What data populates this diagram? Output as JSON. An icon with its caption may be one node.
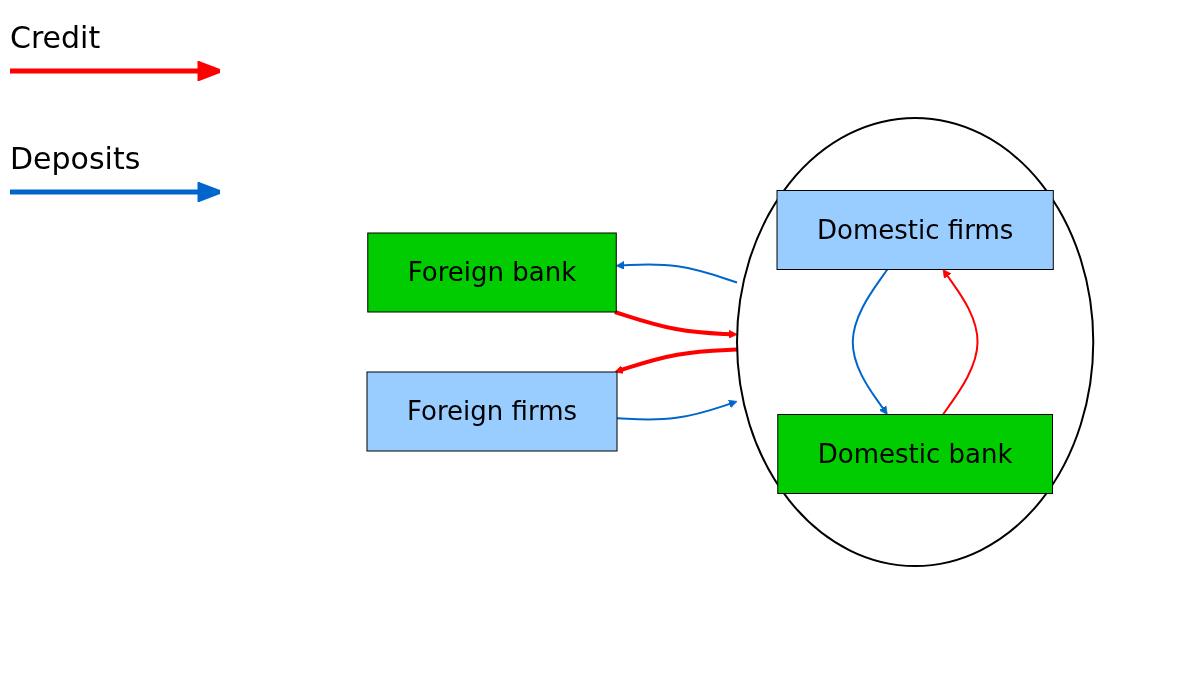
{
  "diagram": {
    "nodes": [
      {
        "text": [
          "Foreign bank"
        ]
      },
      {
        "text": [],
        "shape": "ellipse"
      },
      {
        "text": [
          "Domestic firms"
        ],
        "in": 1
      },
      {
        "text": [
          "Foreign firms"
        ]
      },
      {
        "text": [
          "Domestic bank"
        ],
        "in": 1
      }
    ],
    "edges": [
      {
        "from": 1,
        "to": 0,
        "arrow": "to",
        "color": "#0066cc"
      },
      {
        "from": 0,
        "to": 1,
        "arrow": "to",
        "style": "thick",
        "color": "#ff0000"
      },
      {
        "from": 4,
        "to": 2,
        "arrow": "to",
        "color": "#ff0000"
      },
      {
        "from": 2,
        "to": 4,
        "arrow": "to",
        "color": "#0066cc"
      },
      {
        "from": 3,
        "to": 1,
        "arrow": "to",
        "color": "#0066cc"
      },
      {
        "from": 1,
        "to": 3,
        "arrow": "to",
        "style": "thick",
        "color": "#ff0000"
      }
    ],
    "legend": [
      {
        "text": "Credit",
        "color": "#ff0000"
      },
      {
        "text": "Deposits",
        "color": "#0066cc"
      }
    ]
  }
}
